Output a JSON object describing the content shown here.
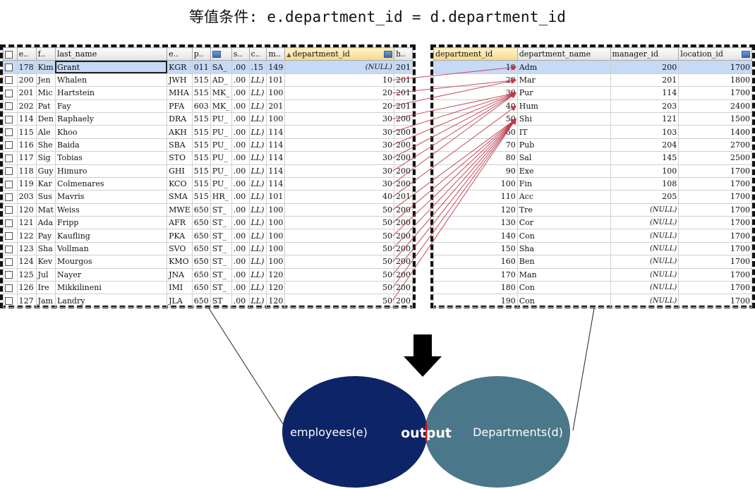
{
  "title": "等值条件: e.department_id = d.department_id",
  "employees": {
    "columns": [
      "e..",
      "f..",
      "last_name",
      "e..",
      "p..",
      "",
      "s..",
      "c..",
      "m..",
      "department_id",
      "h.."
    ],
    "rows": [
      [
        "178",
        "Kim",
        "Grant",
        "KGR",
        "011",
        "SA_",
        ".00",
        ".15",
        "149",
        "(NULL)",
        "201"
      ],
      [
        "200",
        "Jen",
        "Whalen",
        "JWH",
        "515",
        "AD_",
        ".00",
        "LL)",
        "101",
        "10",
        "201"
      ],
      [
        "201",
        "Mic",
        "Hartstein",
        "MHA",
        "515",
        "MK_",
        ".00",
        "LL)",
        "100",
        "20",
        "201"
      ],
      [
        "202",
        "Pat",
        "Fay",
        "PFA",
        "603",
        "MK_",
        ".00",
        "LL)",
        "201",
        "20",
        "201"
      ],
      [
        "114",
        "Den",
        "Raphaely",
        "DRA",
        "515",
        "PU_",
        ".00",
        "LL)",
        "100",
        "30",
        "200"
      ],
      [
        "115",
        "Ale",
        "Khoo",
        "AKH",
        "515",
        "PU_",
        ".00",
        "LL)",
        "114",
        "30",
        "200"
      ],
      [
        "116",
        "She",
        "Baida",
        "SBA",
        "515",
        "PU_",
        ".00",
        "LL)",
        "114",
        "30",
        "200"
      ],
      [
        "117",
        "Sig",
        "Tobias",
        "STO",
        "515",
        "PU_",
        ".00",
        "LL)",
        "114",
        "30",
        "200"
      ],
      [
        "118",
        "Guy",
        "Himuro",
        "GHI",
        "515",
        "PU_",
        ".00",
        "LL)",
        "114",
        "30",
        "200"
      ],
      [
        "119",
        "Kar",
        "Colmenares",
        "KCO",
        "515",
        "PU_",
        ".00",
        "LL)",
        "114",
        "30",
        "200"
      ],
      [
        "203",
        "Sus",
        "Mavris",
        "SMA",
        "515",
        "HR_",
        ".00",
        "LL)",
        "101",
        "40",
        "201"
      ],
      [
        "120",
        "Mat",
        "Weiss",
        "MWE",
        "650",
        "ST_",
        ".00",
        "LL)",
        "100",
        "50",
        "200"
      ],
      [
        "121",
        "Ada",
        "Fripp",
        "AFR",
        "650",
        "ST_",
        ".00",
        "LL)",
        "100",
        "50",
        "200"
      ],
      [
        "122",
        "Pay",
        "Kaufling",
        "PKA",
        "650",
        "ST_",
        ".00",
        "LL)",
        "100",
        "50",
        "200"
      ],
      [
        "123",
        "Sha",
        "Vollman",
        "SVO",
        "650",
        "ST_",
        ".00",
        "LL)",
        "100",
        "50",
        "200"
      ],
      [
        "124",
        "Kev",
        "Mourgos",
        "KMO",
        "650",
        "ST_",
        ".00",
        "LL)",
        "100",
        "50",
        "200"
      ],
      [
        "125",
        "Jul",
        "Nayer",
        "JNA",
        "650",
        "ST_",
        ".00",
        "LL)",
        "120",
        "50",
        "200"
      ],
      [
        "126",
        "Ire",
        "Mikkilineni",
        "IMI",
        "650",
        "ST_",
        ".00",
        "LL)",
        "120",
        "50",
        "200"
      ],
      [
        "127",
        "Jam",
        "Landry",
        "JLA",
        "650",
        "ST_",
        ".00",
        "LL)",
        "120",
        "50",
        "200"
      ]
    ]
  },
  "departments": {
    "columns": [
      "department_id",
      "department_name",
      "manager_id",
      "location_id"
    ],
    "rows": [
      [
        "10",
        "Adm",
        "200",
        "1700"
      ],
      [
        "20",
        "Mar",
        "201",
        "1800"
      ],
      [
        "30",
        "Pur",
        "114",
        "1700"
      ],
      [
        "40",
        "Hum",
        "203",
        "2400"
      ],
      [
        "50",
        "Shi",
        "121",
        "1500"
      ],
      [
        "60",
        "IT",
        "103",
        "1400"
      ],
      [
        "70",
        "Pub",
        "204",
        "2700"
      ],
      [
        "80",
        "Sal",
        "145",
        "2500"
      ],
      [
        "90",
        "Exe",
        "100",
        "1700"
      ],
      [
        "100",
        "Fin",
        "108",
        "1700"
      ],
      [
        "110",
        "Acc",
        "205",
        "1700"
      ],
      [
        "120",
        "Tre",
        "(NULL)",
        "1700"
      ],
      [
        "130",
        "Cor",
        "(NULL)",
        "1700"
      ],
      [
        "140",
        "Con",
        "(NULL)",
        "1700"
      ],
      [
        "150",
        "Sha",
        "(NULL)",
        "1700"
      ],
      [
        "160",
        "Ben",
        "(NULL)",
        "1700"
      ],
      [
        "170",
        "Man",
        "(NULL)",
        "1700"
      ],
      [
        "180",
        "Con",
        "(NULL)",
        "1700"
      ],
      [
        "190",
        "Con",
        "(NULL)",
        "1700"
      ]
    ]
  },
  "venn": {
    "left_label": "employees(e)",
    "center_label": "output",
    "right_label": "Departments(d)"
  },
  "colors": {
    "arrow": "#c0394b",
    "left_set": "#0d2466",
    "right_set": "#4a7789",
    "intersection": "#f00000"
  }
}
